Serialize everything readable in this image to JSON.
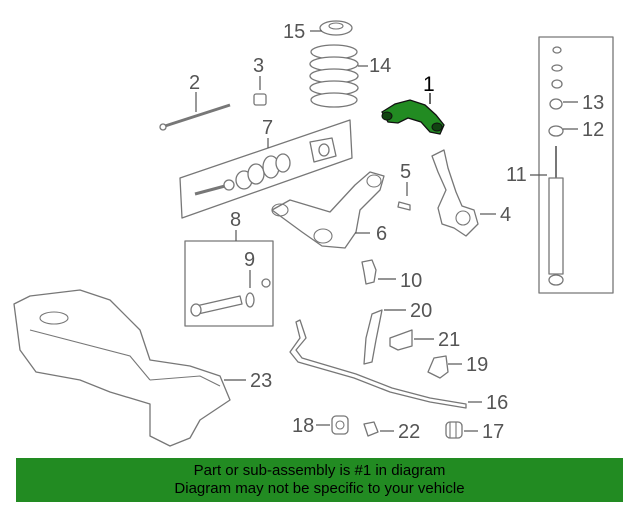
{
  "callouts": {
    "c1": "1",
    "c2": "2",
    "c3": "3",
    "c4": "4",
    "c5": "5",
    "c6": "6",
    "c7": "7",
    "c8": "8",
    "c9": "9",
    "c10": "10",
    "c11": "11",
    "c12": "12",
    "c13": "13",
    "c14": "14",
    "c15": "15",
    "c16": "16",
    "c17": "17",
    "c18": "18",
    "c19": "19",
    "c20": "20",
    "c21": "21",
    "c22": "22",
    "c23": "23"
  },
  "highlight_color": "#228B22",
  "footer": {
    "line1": "Part or sub-assembly is #1 in diagram",
    "line2": "Diagram may not be specific to your vehicle"
  }
}
